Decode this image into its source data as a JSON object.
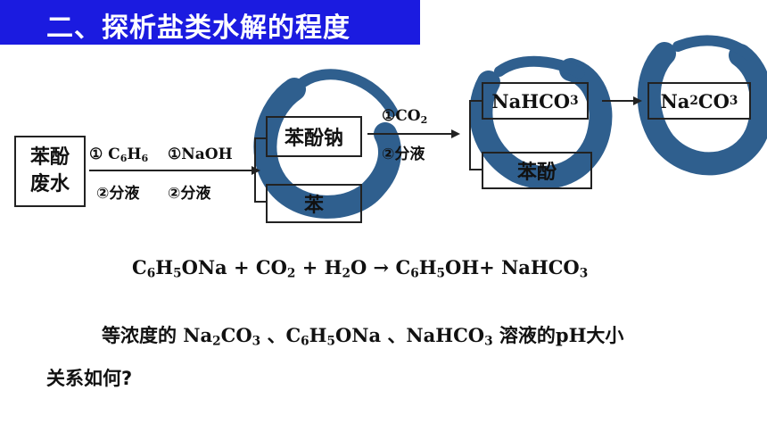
{
  "title": "二、探析盐类水解的程度",
  "boxes": {
    "phenol_waste": "苯酚\n废水",
    "sodium_phenoxide": "苯酚钠",
    "benzene": "苯",
    "phenol": "苯酚"
  },
  "step1": {
    "a_prefix": "① C",
    "a_sub1": "6",
    "a_mid": "H",
    "a_sub2": "6",
    "a_b": "①NaOH",
    "b_a": "②分液",
    "b_b": "②分液"
  },
  "step2": {
    "co2_prefix": "①CO",
    "co2_sub": "2",
    "sep": "②分液"
  },
  "equation_text": "C6H5ONa + CO2 + H2O → C6H5OH+ NaHCO3",
  "question_line1": "等浓度的 Na2CO3 、C6H5ONa 、NaHCO3 溶液的pH大小",
  "question_line2": "关系如何?",
  "colors": {
    "title_bg": "#1b1be0",
    "brush": "#2f5f8e"
  }
}
